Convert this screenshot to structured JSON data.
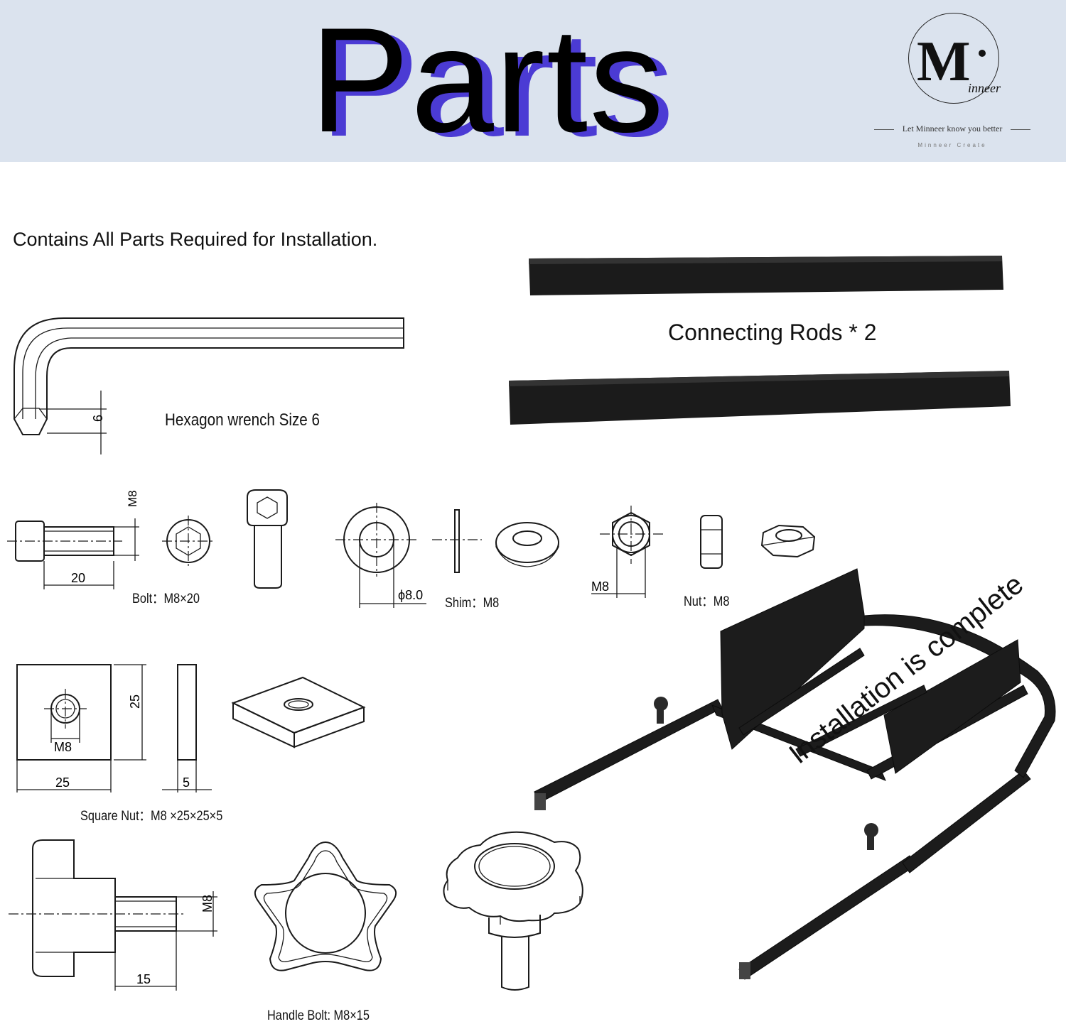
{
  "header": {
    "title": "Parts",
    "logo": {
      "mark": "M",
      "wordmark": "inneer",
      "slogan": "Let Minneer know you better",
      "tagline": "Minneer Create"
    }
  },
  "intro": "Contains All Parts Required for Installation.",
  "parts": {
    "wrench": {
      "label": "Hexagon wrench  Size 6",
      "dim": "6"
    },
    "rods": {
      "label": "Connecting Rods * 2"
    },
    "bolt": {
      "label": "Bolt：M8×20",
      "dim_length": "20",
      "dim_thread": "M8"
    },
    "shim": {
      "label": "Shim：M8",
      "dim_hole": "ϕ8.0"
    },
    "nut": {
      "label": "Nut：M8",
      "dim": "M8"
    },
    "square_nut": {
      "label": "Square Nut：M8 ×25×25×5",
      "dim_w": "25",
      "dim_h": "25",
      "dim_t": "5",
      "dim_hole": "M8"
    },
    "handle_bolt": {
      "label": "Handle Bolt: M8×15",
      "dim_thread": "M8",
      "dim_length": "15"
    },
    "assembly": {
      "label": "Installation is complete"
    }
  }
}
